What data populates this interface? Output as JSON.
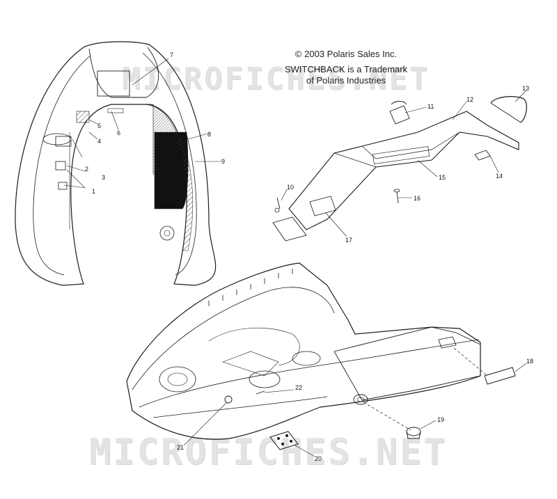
{
  "notes": {
    "copyright": "© 2003 Polaris Sales Inc.",
    "trademark_line1": "SWITCHBACK is a Trademark",
    "trademark_line2": "of Polaris Industries"
  },
  "watermark": "MICROFICHES.NET",
  "callouts": [
    {
      "id": "c1",
      "label": "1"
    },
    {
      "id": "c2",
      "label": "2"
    },
    {
      "id": "c3",
      "label": "3"
    },
    {
      "id": "c4",
      "label": "4"
    },
    {
      "id": "c5",
      "label": "5"
    },
    {
      "id": "c6",
      "label": "6"
    },
    {
      "id": "c7",
      "label": "7"
    },
    {
      "id": "c8",
      "label": "8"
    },
    {
      "id": "c9",
      "label": "9"
    },
    {
      "id": "c10",
      "label": "10"
    },
    {
      "id": "c11",
      "label": "11"
    },
    {
      "id": "c12",
      "label": "12"
    },
    {
      "id": "c13",
      "label": "13"
    },
    {
      "id": "c14",
      "label": "14"
    },
    {
      "id": "c15",
      "label": "15"
    },
    {
      "id": "c16",
      "label": "16"
    },
    {
      "id": "c17",
      "label": "17"
    },
    {
      "id": "c18",
      "label": "18"
    },
    {
      "id": "c19",
      "label": "19"
    },
    {
      "id": "c20",
      "label": "20"
    },
    {
      "id": "c21",
      "label": "21"
    },
    {
      "id": "c22",
      "label": "22"
    }
  ],
  "colors": {
    "line": "#1a1a1a",
    "hatch": "#555555",
    "watermark": "#e3e3e3"
  }
}
